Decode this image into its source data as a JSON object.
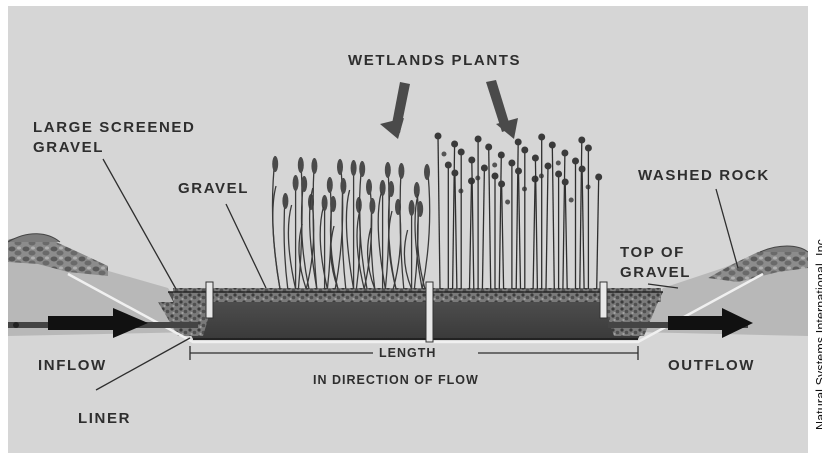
{
  "labels": {
    "wetlands_plants": "WETLANDS PLANTS",
    "large_screened_gravel_line1": "LARGE SCREENED",
    "large_screened_gravel_line2": "GRAVEL",
    "gravel": "GRAVEL",
    "washed_rock": "WASHED ROCK",
    "top_of_gravel_line1": "TOP OF",
    "top_of_gravel_line2": "GRAVEL",
    "inflow": "INFLOW",
    "outflow": "OUTFLOW",
    "length_line1": "LENGTH",
    "length_line2": "IN DIRECTION OF FLOW",
    "liner": "LINER"
  },
  "credit": "Natural Systems International, Inc.",
  "colors": {
    "background": "#d6d6d6",
    "ink": "#2e2e2e",
    "water": "#4a4a4a",
    "gravel": "#6e6e6e"
  }
}
